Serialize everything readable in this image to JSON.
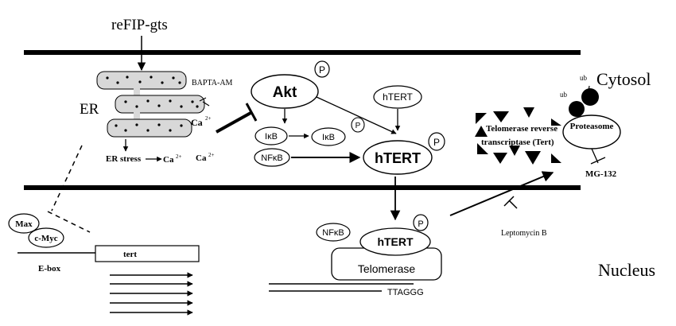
{
  "labels": {
    "refip": "reFIP-gts",
    "cytosol": "Cytosol",
    "nucleus": "Nucleus",
    "er": "ER",
    "bapta": "BAPTA-AM",
    "ca_main": "Ca",
    "ca_sup": "2+",
    "er_stress": "ER  stress",
    "ca_small1": "Ca",
    "ca_small1_sup": "2+",
    "ca_small2": "Ca",
    "ca_small2_sup": "2+",
    "akt": "Akt",
    "p": "P",
    "htert": "hTERT",
    "ikb": "IκB",
    "nfkb": "NFκB",
    "telomerase_rt_line1": "Telomerase reverse",
    "telomerase_rt_line2": "transcriptase (Tert)",
    "ub": "ub",
    "proteasome": "Proteasome",
    "mg132": "MG-132",
    "leptomycin": "Leptomycin B",
    "max": "Max",
    "cmyc": "c-Myc",
    "ebox": "E-box",
    "tert": "tert",
    "telomerase": "Telomerase",
    "ttaggg": "TTAGGG"
  }
}
